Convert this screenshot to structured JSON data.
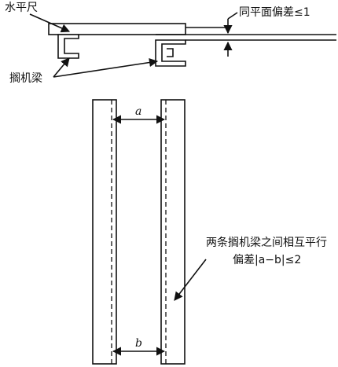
{
  "diagram": {
    "labels": {
      "level_ruler": "水平尺",
      "same_plane_tolerance": "同平面偏差≤1",
      "machine_beam": "搁机梁",
      "dist_top": "a",
      "dist_bottom": "b",
      "parallel_line1": "两条搁机梁之间相互平行",
      "parallel_line2": "偏差|a−b|≤2"
    }
  }
}
